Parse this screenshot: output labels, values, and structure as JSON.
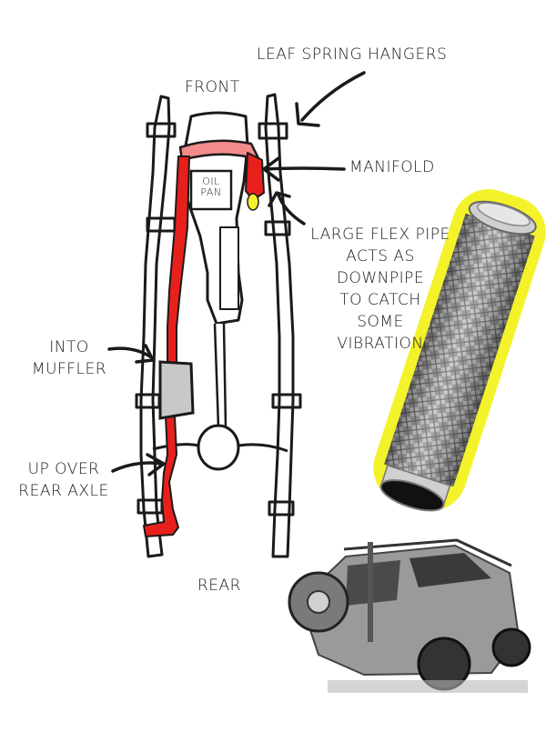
{
  "labels": {
    "front": "FRONT",
    "rear": "REAR",
    "leaf_spring_hangers": "LEAF SPRING HANGERS",
    "manifold": "MANIFOLD",
    "oil_pan_line1": "OIL",
    "oil_pan_line2": "PAN",
    "flex_pipe": [
      "LARGE FLEX PIPE",
      "ACTS AS",
      "DOWNPIPE",
      "TO CATCH",
      "SOME",
      "VIBRATION"
    ],
    "into_muffler": [
      "INTO",
      "MUFFLER"
    ],
    "up_over_rear_axle": [
      "UP OVER",
      "REAR AXLE"
    ]
  },
  "colors": {
    "exhaust": "#e8201c",
    "manifold_pink": "#f28b8b",
    "flex_highlight": "#f4f22a",
    "ink": "#1a1a1a"
  }
}
